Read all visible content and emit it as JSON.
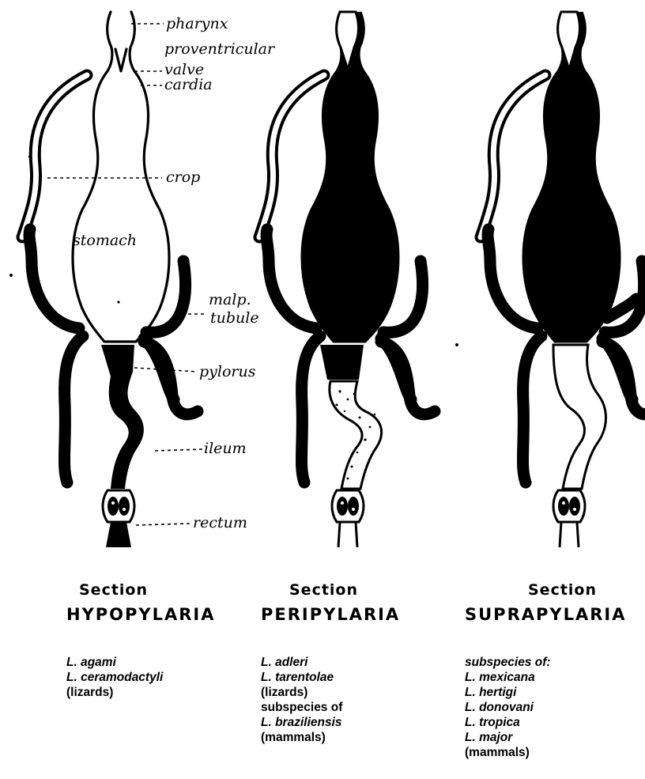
{
  "labels": {
    "pharynx": "pharynx",
    "proventricular": "proventricular",
    "valve": "valve",
    "cardia": "cardia",
    "crop": "crop",
    "stomach": "stomach",
    "malp": "malp.",
    "tubule": "tubule",
    "pylorus": "pylorus",
    "ileum": "ileum",
    "rectum": "rectum"
  },
  "sections": [
    {
      "word": "Section",
      "name": "HYPOPYLARIA",
      "species": [
        "L. agami",
        "L. ceramodactyli",
        "(lizards)"
      ]
    },
    {
      "word": "Section",
      "name": "PERIPYLARIA",
      "species": [
        "L. adleri",
        "L. tarentolae",
        "(lizards)",
        "subspecies of",
        "L. braziliensis",
        "(mammals)"
      ]
    },
    {
      "word": "Section",
      "name": "SUPRAPYLARIA",
      "species": [
        "subspecies of:",
        "L. mexicana",
        "L. hertigi",
        "L. donovani",
        "L. tropica",
        "L. major",
        "(mammals)"
      ]
    }
  ]
}
